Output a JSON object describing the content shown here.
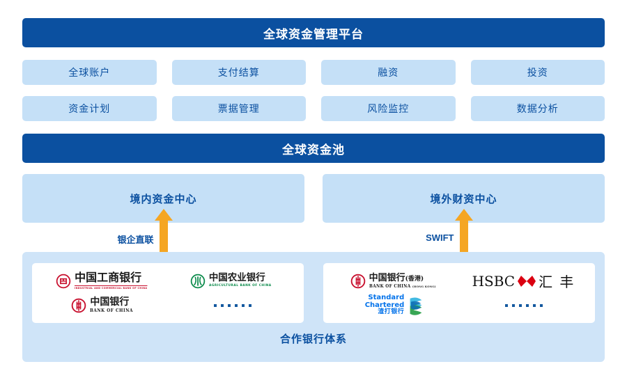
{
  "platform": {
    "title": "全球资金管理平台"
  },
  "modules": [
    {
      "label": "全球账户"
    },
    {
      "label": "支付结算"
    },
    {
      "label": "融资"
    },
    {
      "label": "投资"
    },
    {
      "label": "资金计划"
    },
    {
      "label": "票据管理"
    },
    {
      "label": "风险监控"
    },
    {
      "label": "数据分析"
    }
  ],
  "pool": {
    "title": "全球资金池"
  },
  "centers": [
    {
      "label": "境内资金中心",
      "connector_label": "银企直联"
    },
    {
      "label": "境外财资中心",
      "connector_label": "SWIFT"
    }
  ],
  "banks": {
    "caption": "合作银行体系",
    "domestic": [
      {
        "id": "icbc",
        "name_cn": "中国工商银行",
        "name_en": "INDUSTRIAL AND COMMERCIAL BANK OF CHINA",
        "mark_color": "#c8102e"
      },
      {
        "id": "abc",
        "name_cn": "中国农业银行",
        "name_en": "AGRICULTURAL BANK OF CHINA",
        "mark_color": "#0a8a4a"
      },
      {
        "id": "boc",
        "name_cn": "中国银行",
        "name_en": "BANK OF CHINA",
        "mark_color": "#c8102e"
      },
      {
        "id": "more-domestic",
        "name_cn": "······",
        "name_en": "",
        "mark_color": "#14599f"
      }
    ],
    "overseas": [
      {
        "id": "bochk",
        "name_cn": "中国银行",
        "name_cn_suffix": "(香港)",
        "name_en": "BANK OF CHINA",
        "name_en_suffix": "(HONG KONG)",
        "mark_color": "#c8102e"
      },
      {
        "id": "hsbc",
        "name_en": "HSBC",
        "name_cn": "汇 丰",
        "mark_color": "#db0011"
      },
      {
        "id": "standard-chartered",
        "name_en_line1": "Standard",
        "name_en_line2": "Chartered",
        "name_cn": "渣打银行",
        "mark_color": "#0473ea"
      },
      {
        "id": "more-overseas",
        "name_cn": "······",
        "name_en": "",
        "mark_color": "#14599f"
      }
    ]
  },
  "colors": {
    "banner_blue": "#0b50a0",
    "module_blue": "#c5e0f7",
    "container_blue": "#cfe4f8",
    "arrow_orange": "#f5a623",
    "text_blue": "#0b50a0"
  }
}
